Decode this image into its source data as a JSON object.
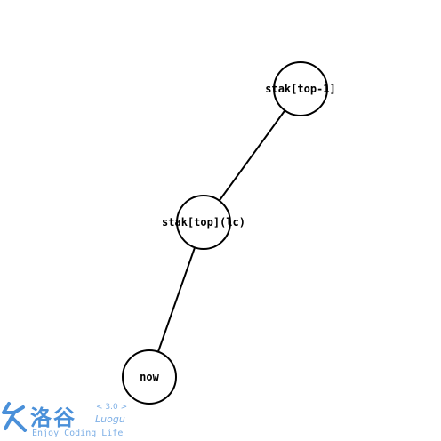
{
  "diagram": {
    "nodes": [
      {
        "id": "n1",
        "label": "stak[top-1]"
      },
      {
        "id": "n2",
        "label": "stak[top](lc)"
      },
      {
        "id": "n3",
        "label": "now"
      }
    ],
    "edges": [
      {
        "from": "n1",
        "to": "n2"
      },
      {
        "from": "n2",
        "to": "n3"
      }
    ]
  },
  "watermark": {
    "cjk": "洛谷",
    "version": "< 3.0 >",
    "name": "Luogu",
    "tagline": "Enjoy Coding Life",
    "color": "#4a90d9",
    "icon": "luogu-logo-icon"
  }
}
